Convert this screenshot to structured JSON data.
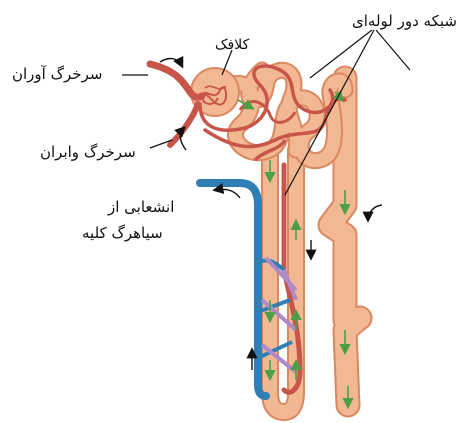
{
  "labels": {
    "afferent_arteriole": "سرخرگ آوران",
    "efferent_arteriole": "سرخرگ وابران",
    "glomerulus": "کلافک",
    "peritubular_network": "شبکه دور لوله‌ای",
    "vein_branch_line1": "انشعابی از",
    "vein_branch_line2": "سیاهرگ کلیه"
  },
  "colors": {
    "tubule_fill": "#f2b893",
    "tubule_outline": "#d98860",
    "artery": "#c8554a",
    "vein": "#2f7fb5",
    "vasa_recta_link": "#b08ac8",
    "flow_arrow": "#4e9e46",
    "pointer_line": "#111111"
  }
}
